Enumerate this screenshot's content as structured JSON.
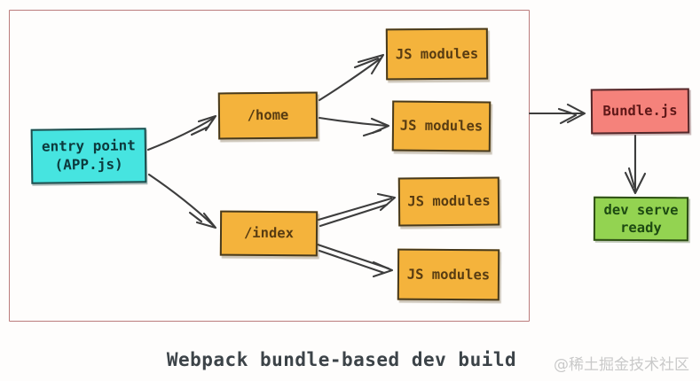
{
  "diagram": {
    "type": "flowchart",
    "caption": "Webpack bundle-based dev build",
    "watermark": "@稀土掘金技术社区",
    "nodes": [
      {
        "id": "entry-point",
        "label": "entry point\n(APP.js)",
        "fill": "#46e4e0",
        "text_color": "#0d3a3d"
      },
      {
        "id": "route-home",
        "label": "/home",
        "fill": "#f4b33c",
        "text_color": "#583c12"
      },
      {
        "id": "route-index",
        "label": "/index",
        "fill": "#f4b33c",
        "text_color": "#583c12"
      },
      {
        "id": "js-modules-1",
        "label": "JS modules",
        "fill": "#f4b33c",
        "text_color": "#583c12"
      },
      {
        "id": "js-modules-2",
        "label": "JS modules",
        "fill": "#f4b33c",
        "text_color": "#583c12"
      },
      {
        "id": "js-modules-3",
        "label": "JS modules",
        "fill": "#f4b33c",
        "text_color": "#583c12"
      },
      {
        "id": "js-modules-4",
        "label": "JS modules",
        "fill": "#f4b33c",
        "text_color": "#583c12"
      },
      {
        "id": "bundle-js",
        "label": "Bundle.js",
        "fill": "#f5827b",
        "text_color": "#5e1717"
      },
      {
        "id": "dev-serve-ready",
        "label": "dev serve\nready",
        "fill": "#93d351",
        "text_color": "#1d4a12"
      }
    ],
    "edges": [
      {
        "from": "entry-point",
        "to": "route-home"
      },
      {
        "from": "entry-point",
        "to": "route-index"
      },
      {
        "from": "route-home",
        "to": "js-modules-1"
      },
      {
        "from": "route-home",
        "to": "js-modules-2"
      },
      {
        "from": "route-index",
        "to": "js-modules-3"
      },
      {
        "from": "route-index",
        "to": "js-modules-4"
      },
      {
        "from": "frame",
        "to": "bundle-js"
      },
      {
        "from": "bundle-js",
        "to": "dev-serve-ready"
      }
    ],
    "palette": {
      "frame_border": "#bb7c7c",
      "arrow": "#3d3d3d",
      "caption_text": "#3c4348",
      "watermark_text": "#c9c9c9",
      "background": "#fefdfc"
    }
  }
}
